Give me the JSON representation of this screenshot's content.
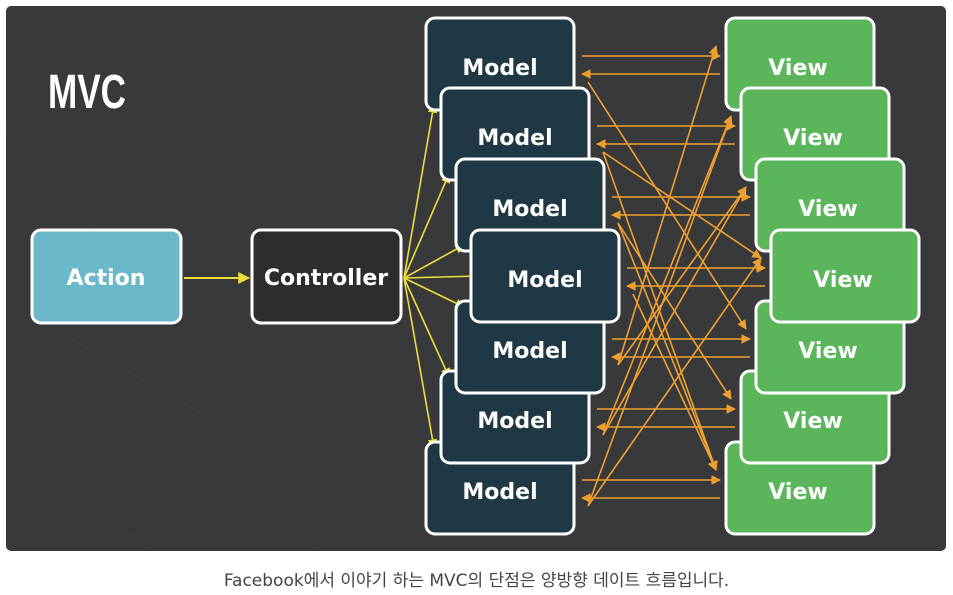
{
  "title": "MVC",
  "action_label": "Action",
  "controller_label": "Controller",
  "models": [
    "Model",
    "Model",
    "Model",
    "Model",
    "Model",
    "Model",
    "Model"
  ],
  "views": [
    "View",
    "View",
    "View",
    "View",
    "View",
    "View",
    "View"
  ],
  "caption": "Facebook에서 이야기 하는 MVC의 단점은 양방향 데이트 흐름입니다.",
  "colors": {
    "background": "#38393b",
    "action": "#6cb8cb",
    "controller": "#2f2d2c",
    "model": "#1f3843",
    "view": "#5bb55b",
    "yellow_arrow": "#ecdc3c",
    "orange_arrow": "#f0a030",
    "border": "#ffffff"
  }
}
